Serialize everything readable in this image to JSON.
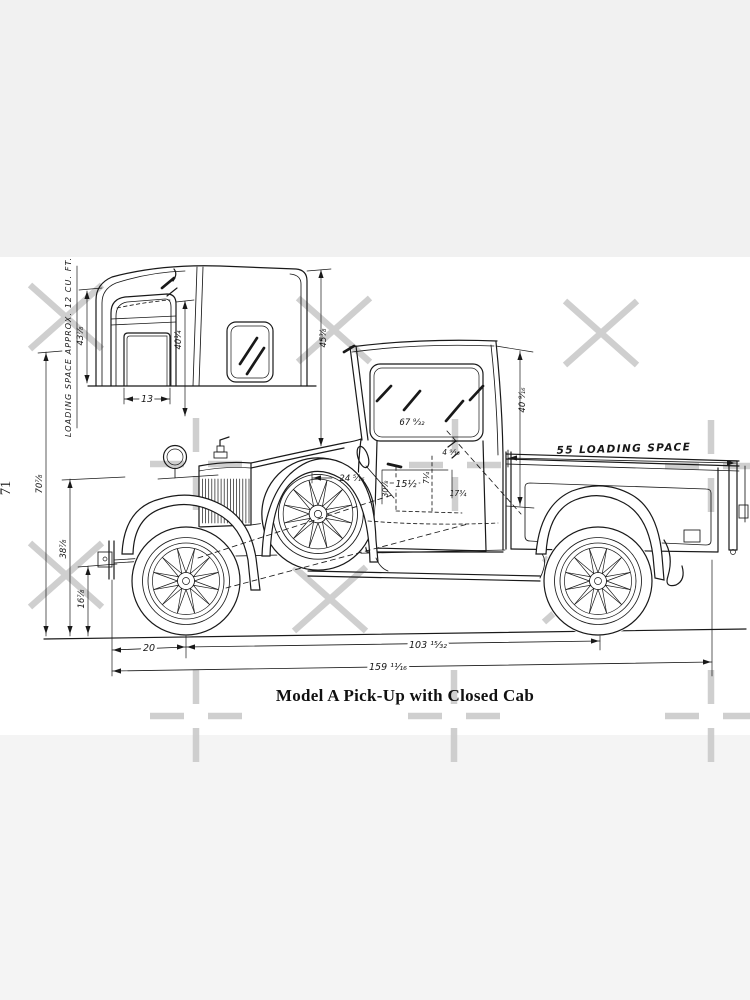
{
  "page": {
    "caption": "Model A Pick-Up with Closed Cab",
    "page_number": "71",
    "paper_color": "#ffffff",
    "margin_band_color": "#f1f1f1",
    "ink_color": "#191919",
    "watermark_color": "#c7c7c7"
  },
  "inset": {
    "note_vertical": "LOADING SPACE APPROX. 12 CU. FT.",
    "dims": {
      "height_left": "43⅞",
      "door_width": "13",
      "height_mid": "40¼",
      "height_right": "45⅜"
    }
  },
  "main": {
    "loading_space_label": "55 LOADING SPACE",
    "dims": {
      "overall_height": "70⅞",
      "hood_height": "38⅞",
      "frame_height": "16⅞",
      "cab_height": "40 ⁹⁄₁₆",
      "windshield": "67 ⁹⁄₃₂",
      "cowl": "24 ⁵⁄₁₆",
      "seat_a": "30⅞",
      "seat_b": "15½",
      "seat_c": "7¼",
      "seat_d": "17¾",
      "seat_e": "4 ⁹⁄₁₆",
      "front_overhang": "20",
      "wheelbase": "103 ¹⁵⁄₃₂",
      "overall_length": "159 ¹¹⁄₁₆"
    }
  }
}
